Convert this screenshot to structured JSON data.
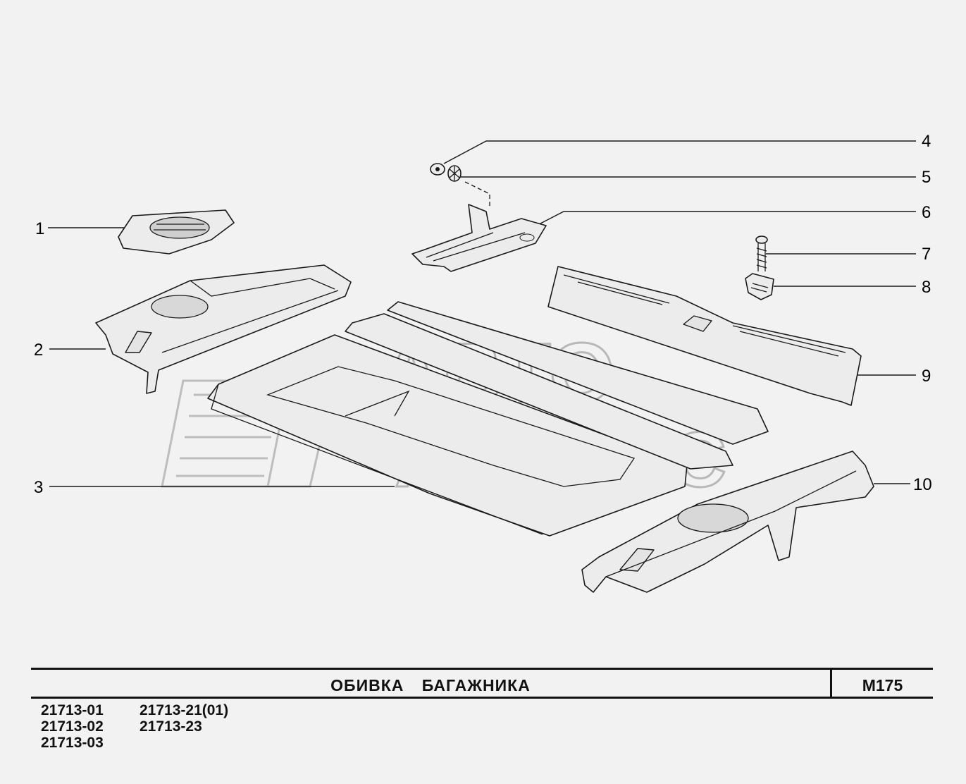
{
  "diagram": {
    "callouts": [
      "1",
      "2",
      "3",
      "4",
      "5",
      "6",
      "7",
      "8",
      "9",
      "10"
    ],
    "watermark": [
      "АВТО",
      "АЛЬЯНС"
    ]
  },
  "title_block": {
    "title": "ОБИВКА   БАГАЖНИКА",
    "page_code": "М175"
  },
  "models": {
    "col1": [
      "21713-01",
      "21713-02",
      "21713-03"
    ],
    "col2": [
      "21713-21(01)",
      "21713-23"
    ]
  }
}
